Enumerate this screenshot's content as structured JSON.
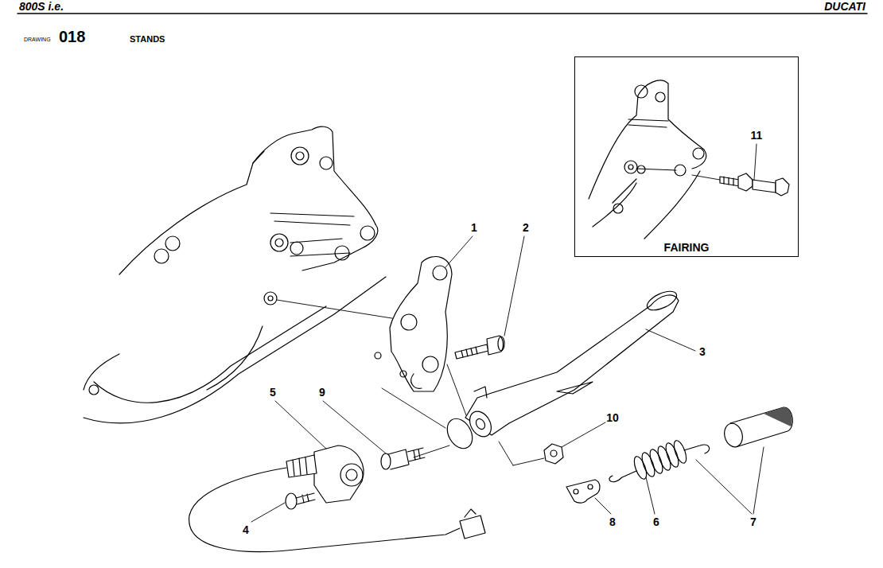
{
  "diagram": {
    "title": "STANDS",
    "nodes": [
      {
        "text": [
          "FAIRING"
        ]
      }
    ],
    "labels": [
      "800S i.e.",
      "DUCATI",
      "DRAWING",
      "018",
      "1",
      "2",
      "3",
      "4",
      "5",
      "6",
      "7",
      "8",
      "9",
      "10",
      "11"
    ]
  }
}
